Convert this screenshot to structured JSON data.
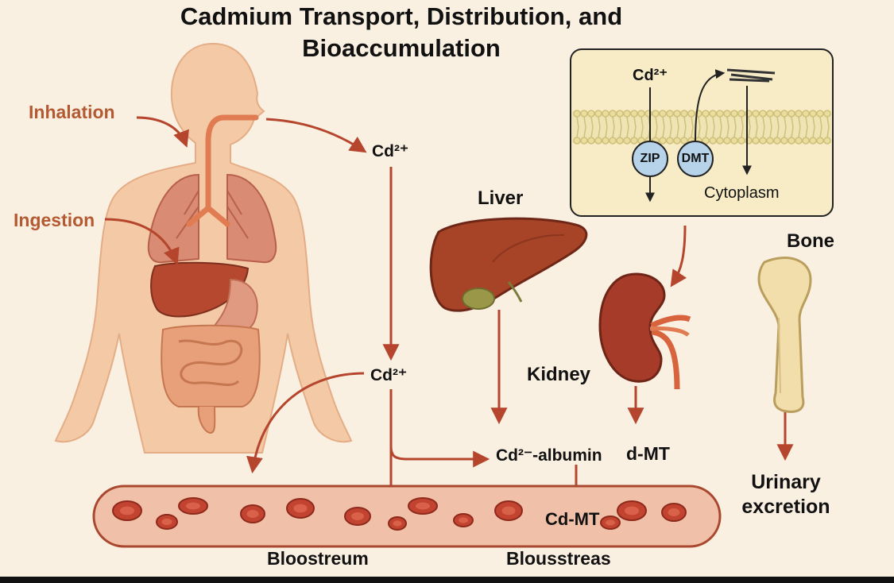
{
  "title_line1": "Cadmium Transport, Distribution, and",
  "title_line2": "Bioaccumulation",
  "routes": {
    "inhalation": "Inhalation",
    "ingestion": "Ingestion"
  },
  "ions": {
    "cd_top": "Cd²⁺",
    "cd_mid": "Cd²⁺",
    "cell_cd": "Cd²⁺"
  },
  "cell_inset": {
    "transporter_zip": "ZIP",
    "transporter_dmt": "DMT",
    "cytoplasm": "Cytoplasm"
  },
  "organs": {
    "liver": "Liver",
    "kidney": "Kidney",
    "bone": "Bone"
  },
  "complexes": {
    "cd_albumin": "Cd²⁻-albumin",
    "cd_mt_right": "d-MT",
    "cd_mt_vessel": "Cd-MT"
  },
  "excretion": "Urinary excretion",
  "blood": {
    "left_label": "Bloostreum",
    "right_label": "Blousstreas"
  },
  "colors": {
    "background": "#faf0e2",
    "arrow": "#b5452c",
    "skin": "#f3c9a6",
    "organ_red": "#9a3b28",
    "blood_cell": "#c2432f",
    "bone": "#f2deaa"
  }
}
